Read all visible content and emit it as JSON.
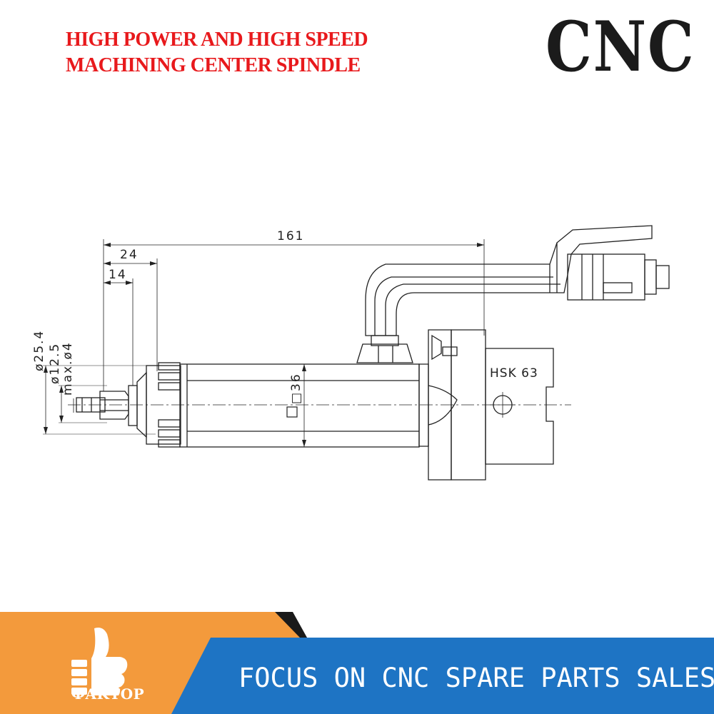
{
  "header": {
    "title_line1": "HIGH POWER AND HIGH SPEED",
    "title_line2": "MACHINING CENTER SPINDLE",
    "brand": "CNC",
    "title_color": "#e8191c"
  },
  "drawing": {
    "dimensions": {
      "overall_length": "161",
      "length_24": "24",
      "length_14": "14",
      "dia_25_4": "ø25.4",
      "dia_12_5": "ø12.5",
      "max_dia": "max.ø4",
      "square_36": "□36"
    },
    "taper_label": "HSK 63"
  },
  "footer": {
    "slogan": "FOCUS ON CNC SPARE PARTS SALES",
    "logo_text": "ФAKTOP",
    "logo_icon": "thumbs-up-icon",
    "orange": "#f39a3c",
    "blue": "#1e74c4",
    "dark": "#1a1a1a"
  }
}
